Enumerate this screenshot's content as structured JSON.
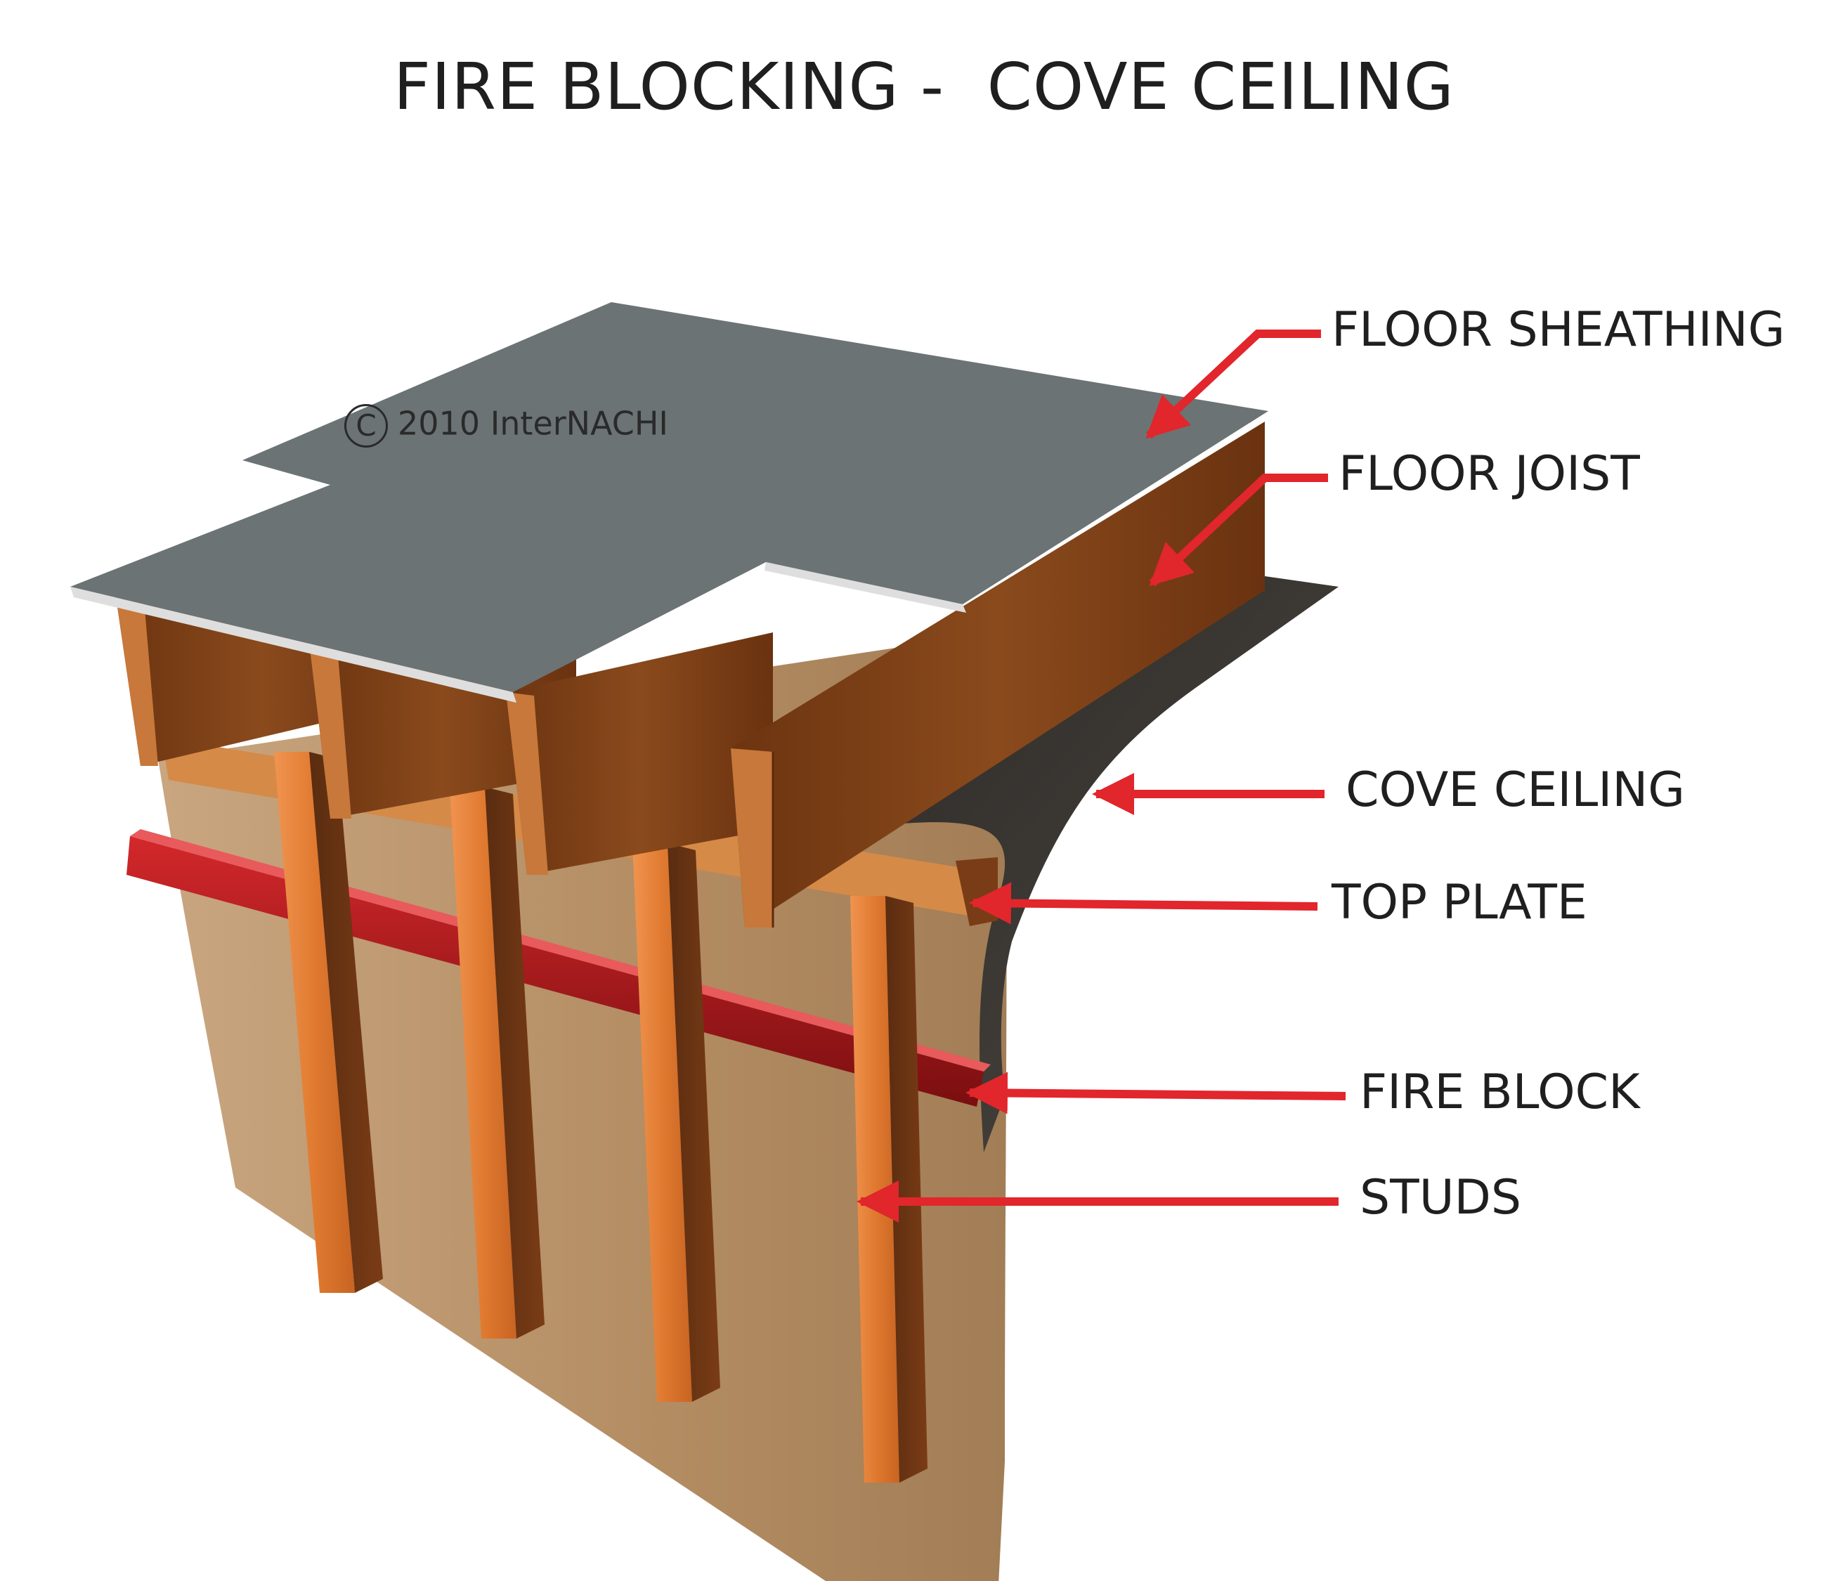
{
  "title": "FIRE BLOCKING -  COVE CEILING",
  "copyright": {
    "symbol": "C",
    "text": "2010  InterNACHI"
  },
  "labels": [
    {
      "id": "floor-sheathing",
      "text": "FLOOR SHEATHING"
    },
    {
      "id": "floor-joist",
      "text": "FLOOR JOIST"
    },
    {
      "id": "cove-ceiling",
      "text": "COVE CEILING"
    },
    {
      "id": "top-plate",
      "text": "TOP PLATE"
    },
    {
      "id": "fire-block",
      "text": "FIRE BLOCK"
    },
    {
      "id": "studs",
      "text": "STUDS"
    }
  ],
  "colors": {
    "arrow": "#e1262c",
    "sheathing": "#6b7374",
    "joist": "#7a3d14",
    "stud": "#e8823a",
    "wall": "#b8946c",
    "fire_block": "#b81a1c",
    "cove": "#3a3632"
  }
}
